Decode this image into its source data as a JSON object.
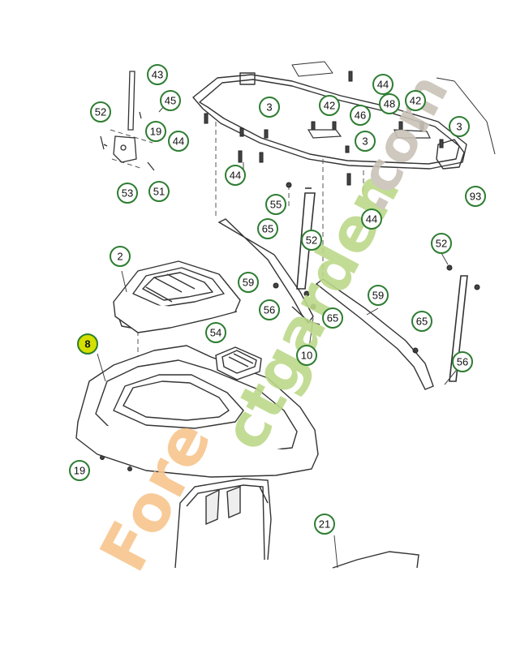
{
  "watermark": {
    "text_orange_1": "Fore",
    "text_green": "ctgarden",
    "text_gray": ".com",
    "colors": {
      "green": "#bcd98a",
      "orange": "#f7c48c",
      "gray": "#c9c2b8"
    }
  },
  "callout_colors": {
    "ring": "#2e7d32",
    "highlight_fill": "#d4e000",
    "highlight_ring": "#2e7d32"
  },
  "callouts": [
    {
      "id": "43",
      "label": "43"
    },
    {
      "id": "45",
      "label": "45"
    },
    {
      "id": "52a",
      "label": "52"
    },
    {
      "id": "19a",
      "label": "19"
    },
    {
      "id": "44a",
      "label": "44"
    },
    {
      "id": "53",
      "label": "53"
    },
    {
      "id": "51",
      "label": "51"
    },
    {
      "id": "3a",
      "label": "3"
    },
    {
      "id": "44b",
      "label": "44"
    },
    {
      "id": "42a",
      "label": "42"
    },
    {
      "id": "46",
      "label": "46"
    },
    {
      "id": "3b",
      "label": "3"
    },
    {
      "id": "44c",
      "label": "44"
    },
    {
      "id": "48",
      "label": "48"
    },
    {
      "id": "42b",
      "label": "42"
    },
    {
      "id": "3c",
      "label": "3"
    },
    {
      "id": "93",
      "label": "93"
    },
    {
      "id": "55",
      "label": "55"
    },
    {
      "id": "65a",
      "label": "65"
    },
    {
      "id": "44d",
      "label": "44"
    },
    {
      "id": "52b",
      "label": "52"
    },
    {
      "id": "52c",
      "label": "52"
    },
    {
      "id": "2",
      "label": "2"
    },
    {
      "id": "59a",
      "label": "59"
    },
    {
      "id": "56a",
      "label": "56"
    },
    {
      "id": "65b",
      "label": "65"
    },
    {
      "id": "59b",
      "label": "59"
    },
    {
      "id": "65c",
      "label": "65"
    },
    {
      "id": "8",
      "label": "8",
      "highlight": true
    },
    {
      "id": "54",
      "label": "54"
    },
    {
      "id": "10",
      "label": "10"
    },
    {
      "id": "56b",
      "label": "56"
    },
    {
      "id": "19b",
      "label": "19"
    },
    {
      "id": "21",
      "label": "21"
    }
  ]
}
